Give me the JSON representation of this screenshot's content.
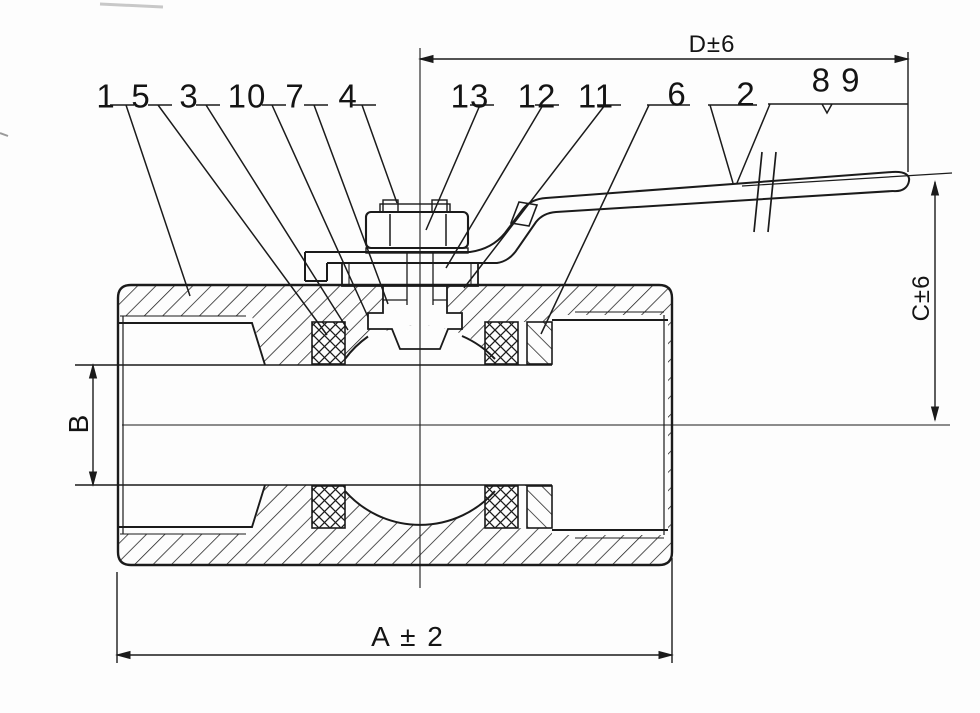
{
  "drawing": {
    "part_numbers": [
      "1",
      "5",
      "3",
      "10",
      "7",
      "4",
      "13",
      "12",
      "11",
      "6",
      "2",
      "8 9"
    ],
    "dimensions": {
      "top": "D±6",
      "right": "C±6",
      "left_bore": "B",
      "overall_length": "A ± 2"
    }
  }
}
